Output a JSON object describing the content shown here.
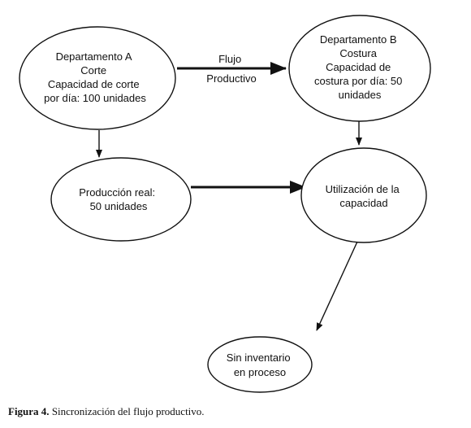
{
  "colors": {
    "stroke": "#111111",
    "text": "#111111",
    "background": "#ffffff"
  },
  "nodes": {
    "dept_a": {
      "lines": [
        "Departamento A",
        "Corte",
        "Capacidad de corte",
        "por día: 100 unidades"
      ]
    },
    "dept_b": {
      "lines": [
        "Departamento B",
        "Costura",
        "Capacidad de",
        "costura por día: 50",
        "unidades"
      ]
    },
    "produccion": {
      "lines": [
        "Producción real:",
        "50 unidades"
      ]
    },
    "utilizacion": {
      "lines": [
        "Utilización de la",
        "capacidad"
      ]
    },
    "sin_inventario": {
      "lines": [
        "Sin inventario",
        "en proceso"
      ]
    }
  },
  "edges": {
    "flujo_label": [
      "Flujo",
      "Productivo"
    ]
  },
  "caption": {
    "label": "Figura 4.",
    "text": " Sincronización del flujo productivo."
  }
}
